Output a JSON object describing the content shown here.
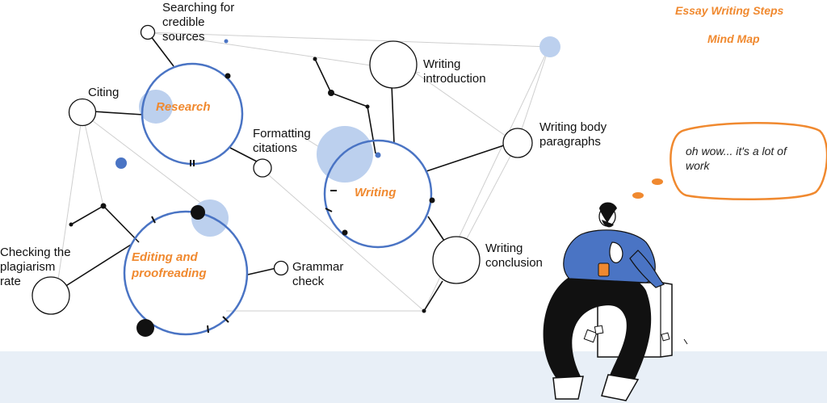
{
  "title": {
    "line1": "Essay Writing Steps",
    "line2": "Mind Map"
  },
  "hubs": {
    "research": "Research",
    "writing": "Writing",
    "editing": "Editing and\nproofreading"
  },
  "nodes": {
    "searching": "Searching for\ncredible\nsources",
    "citing": "Citing",
    "formatting": "Formatting\ncitations",
    "checking": "Checking the\nplagiarism\nrate",
    "grammar": "Grammar\ncheck",
    "introduction": "Writing\nintroduction",
    "body": "Writing body\nparagraphs",
    "conclusion": "Writing\nconclusion"
  },
  "thought_bubble": "oh wow... it's a lot of\nwork",
  "colors": {
    "accent": "#F0892F",
    "hub_ring": "#4A74C4",
    "light_blue": "#BCD0EE",
    "floor": "#E8EFF7",
    "ink": "#111111"
  }
}
